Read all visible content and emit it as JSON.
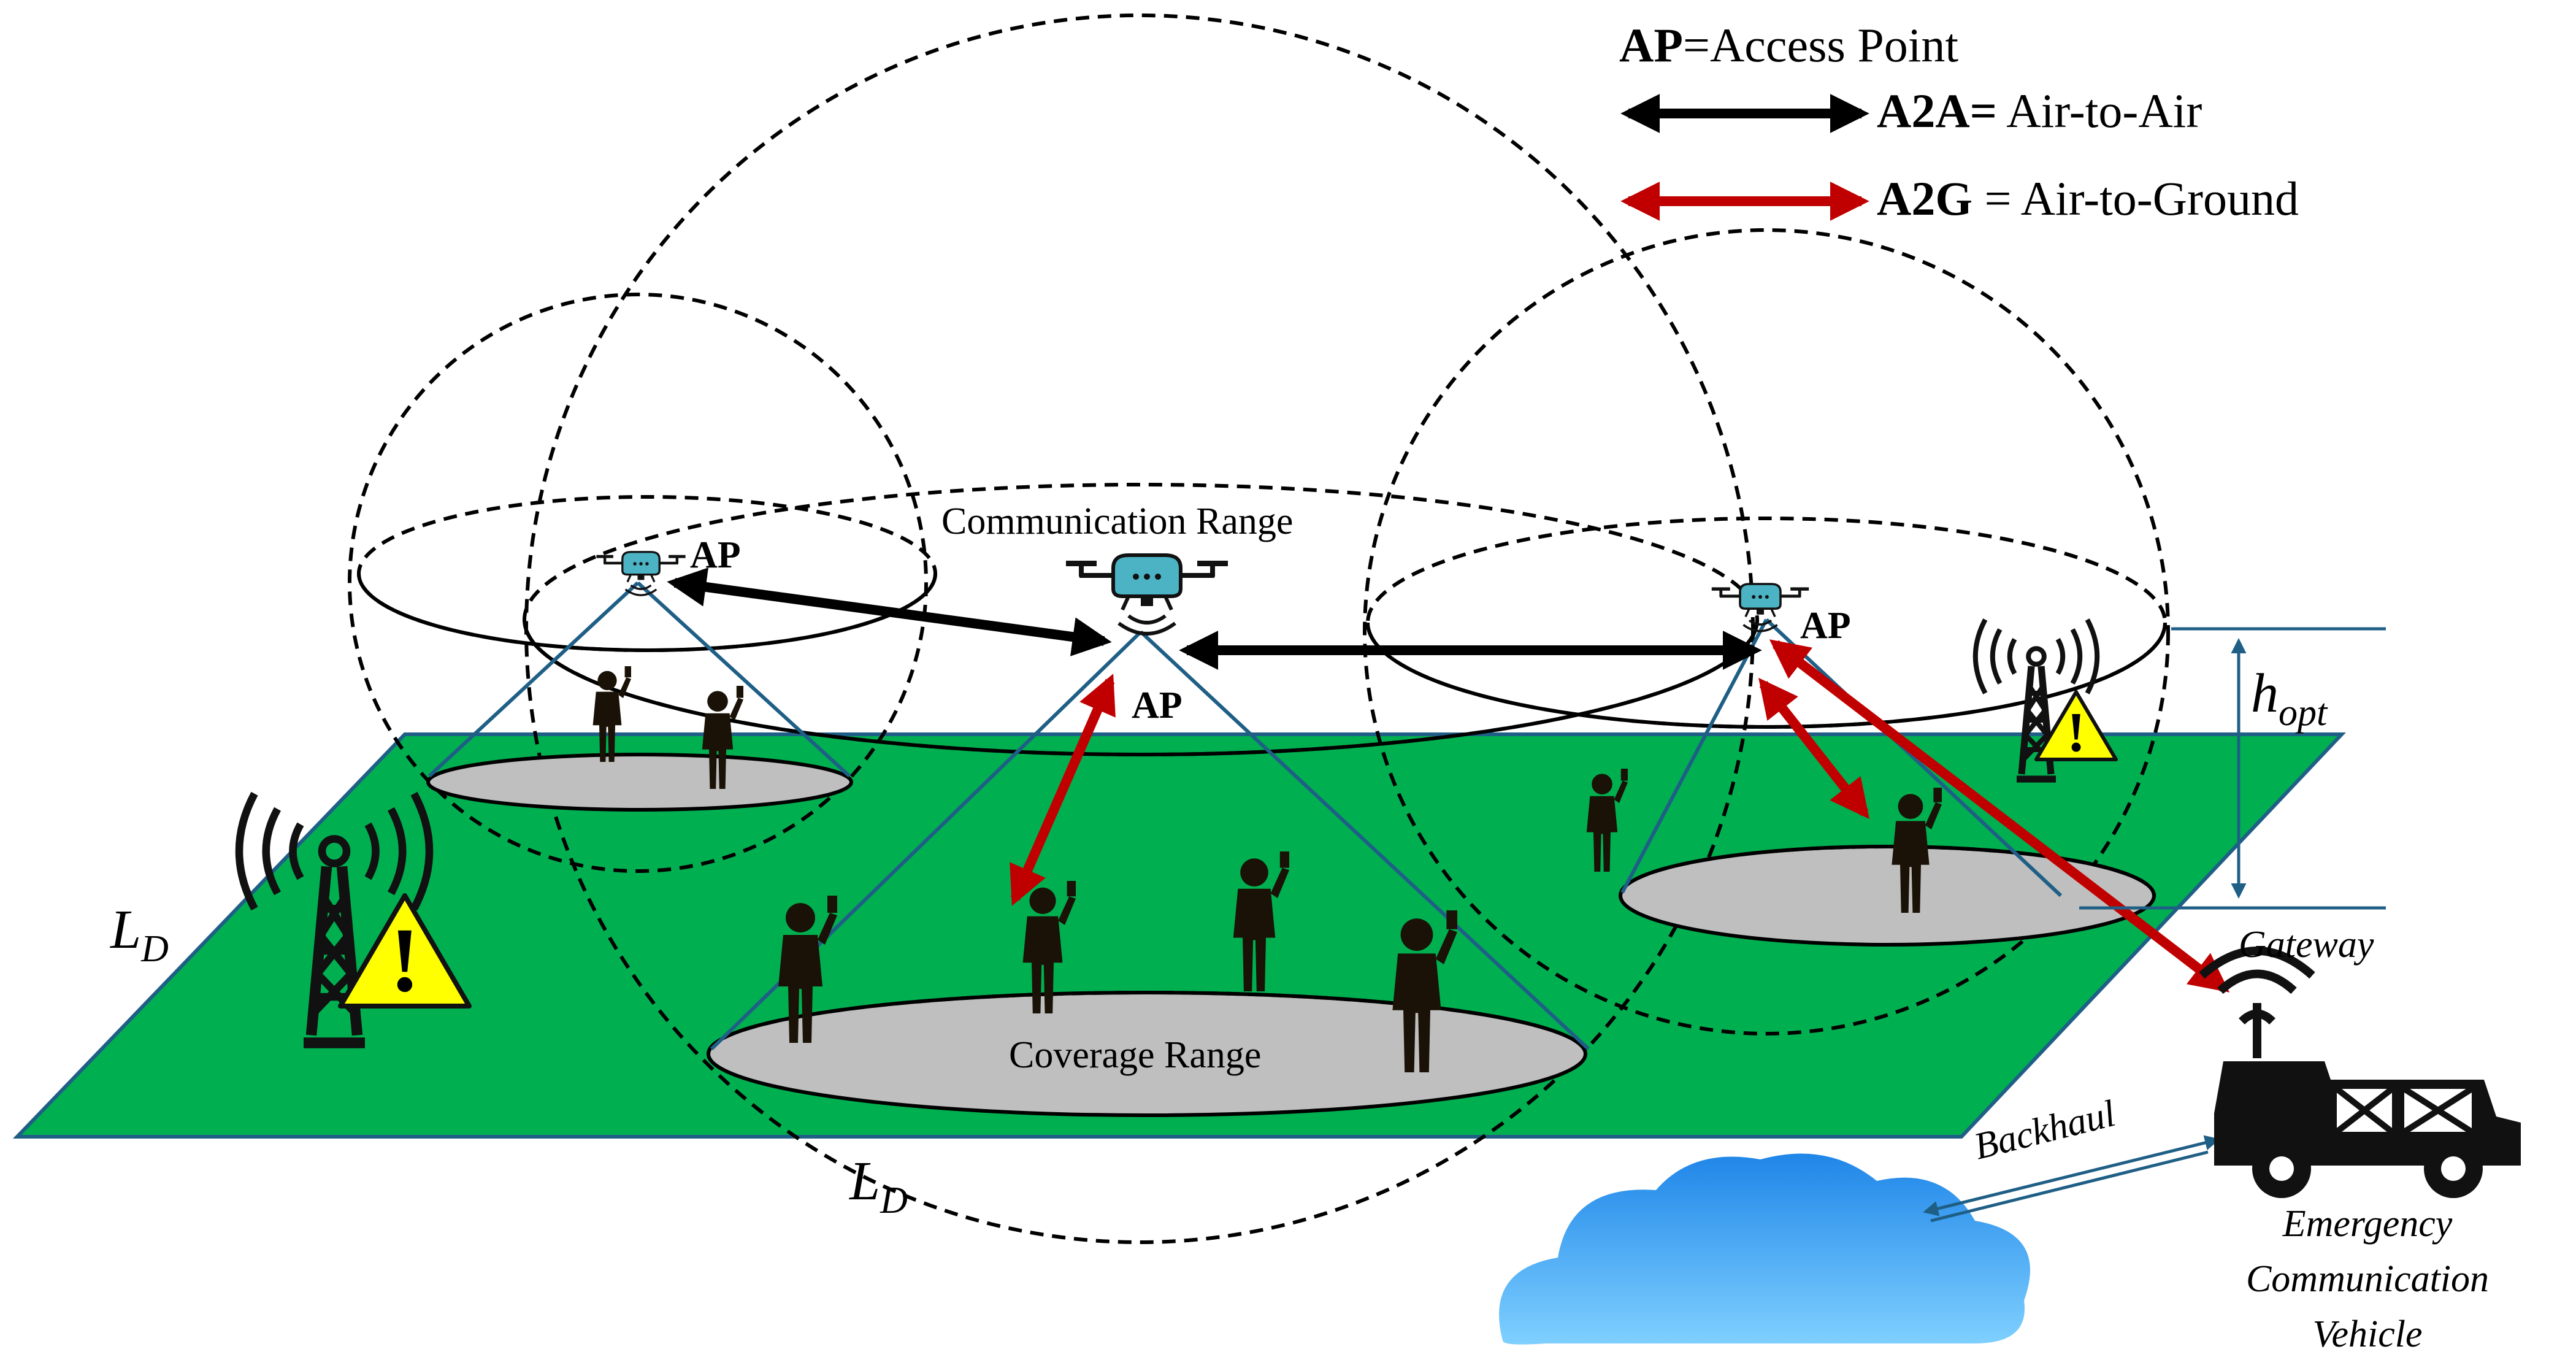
{
  "legend": {
    "ap_abbr": "AP",
    "ap_text": "=Access Point",
    "a2a_abbr": "A2A=",
    "a2a_text": " Air-to-Air",
    "a2g_abbr": "A2G",
    "a2g_text": " = Air-to-Ground"
  },
  "labels": {
    "ap_left": "AP",
    "ap_center": "AP",
    "ap_right": "AP",
    "communication_range": "Communication Range",
    "coverage_range": "Coverage Range",
    "ld_left": "L",
    "ld_left_sub": "D",
    "ld_bottom": "L",
    "ld_bottom_sub": "D",
    "h_opt": "h",
    "h_opt_sub": "opt",
    "gateway": "Gateway",
    "backhaul": "Backhaul",
    "vehicle_line1": "Emergency",
    "vehicle_line2": "Communication",
    "vehicle_line3": "Vehicle",
    "warning_symbol": "!"
  },
  "icons": [
    "drone-icon",
    "person-icon",
    "cell-tower-icon",
    "warning-icon",
    "vehicle-icon",
    "cloud-icon"
  ],
  "colors": {
    "ground": "#00b050",
    "coverage": "#bfbfbf",
    "a2a_arrow": "#000000",
    "a2g_arrow": "#c00000",
    "beam": "#1f5f86",
    "drone": "#4bb3c4",
    "warning": "#ffff00",
    "cloud": "#3aa0ef"
  }
}
